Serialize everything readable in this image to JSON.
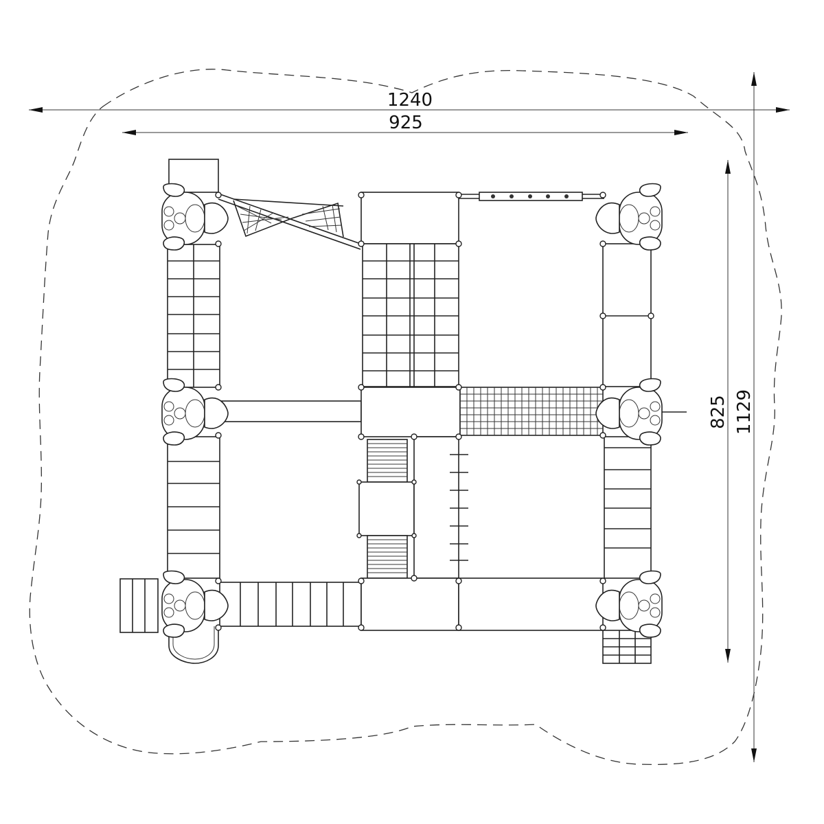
{
  "drawing": {
    "type": "playground-layout-plan",
    "line_color": "#222222",
    "background": "#ffffff"
  },
  "dimensions": {
    "overall_width": "1240",
    "structure_width": "925",
    "structure_depth": "825",
    "overall_depth": "1129"
  }
}
